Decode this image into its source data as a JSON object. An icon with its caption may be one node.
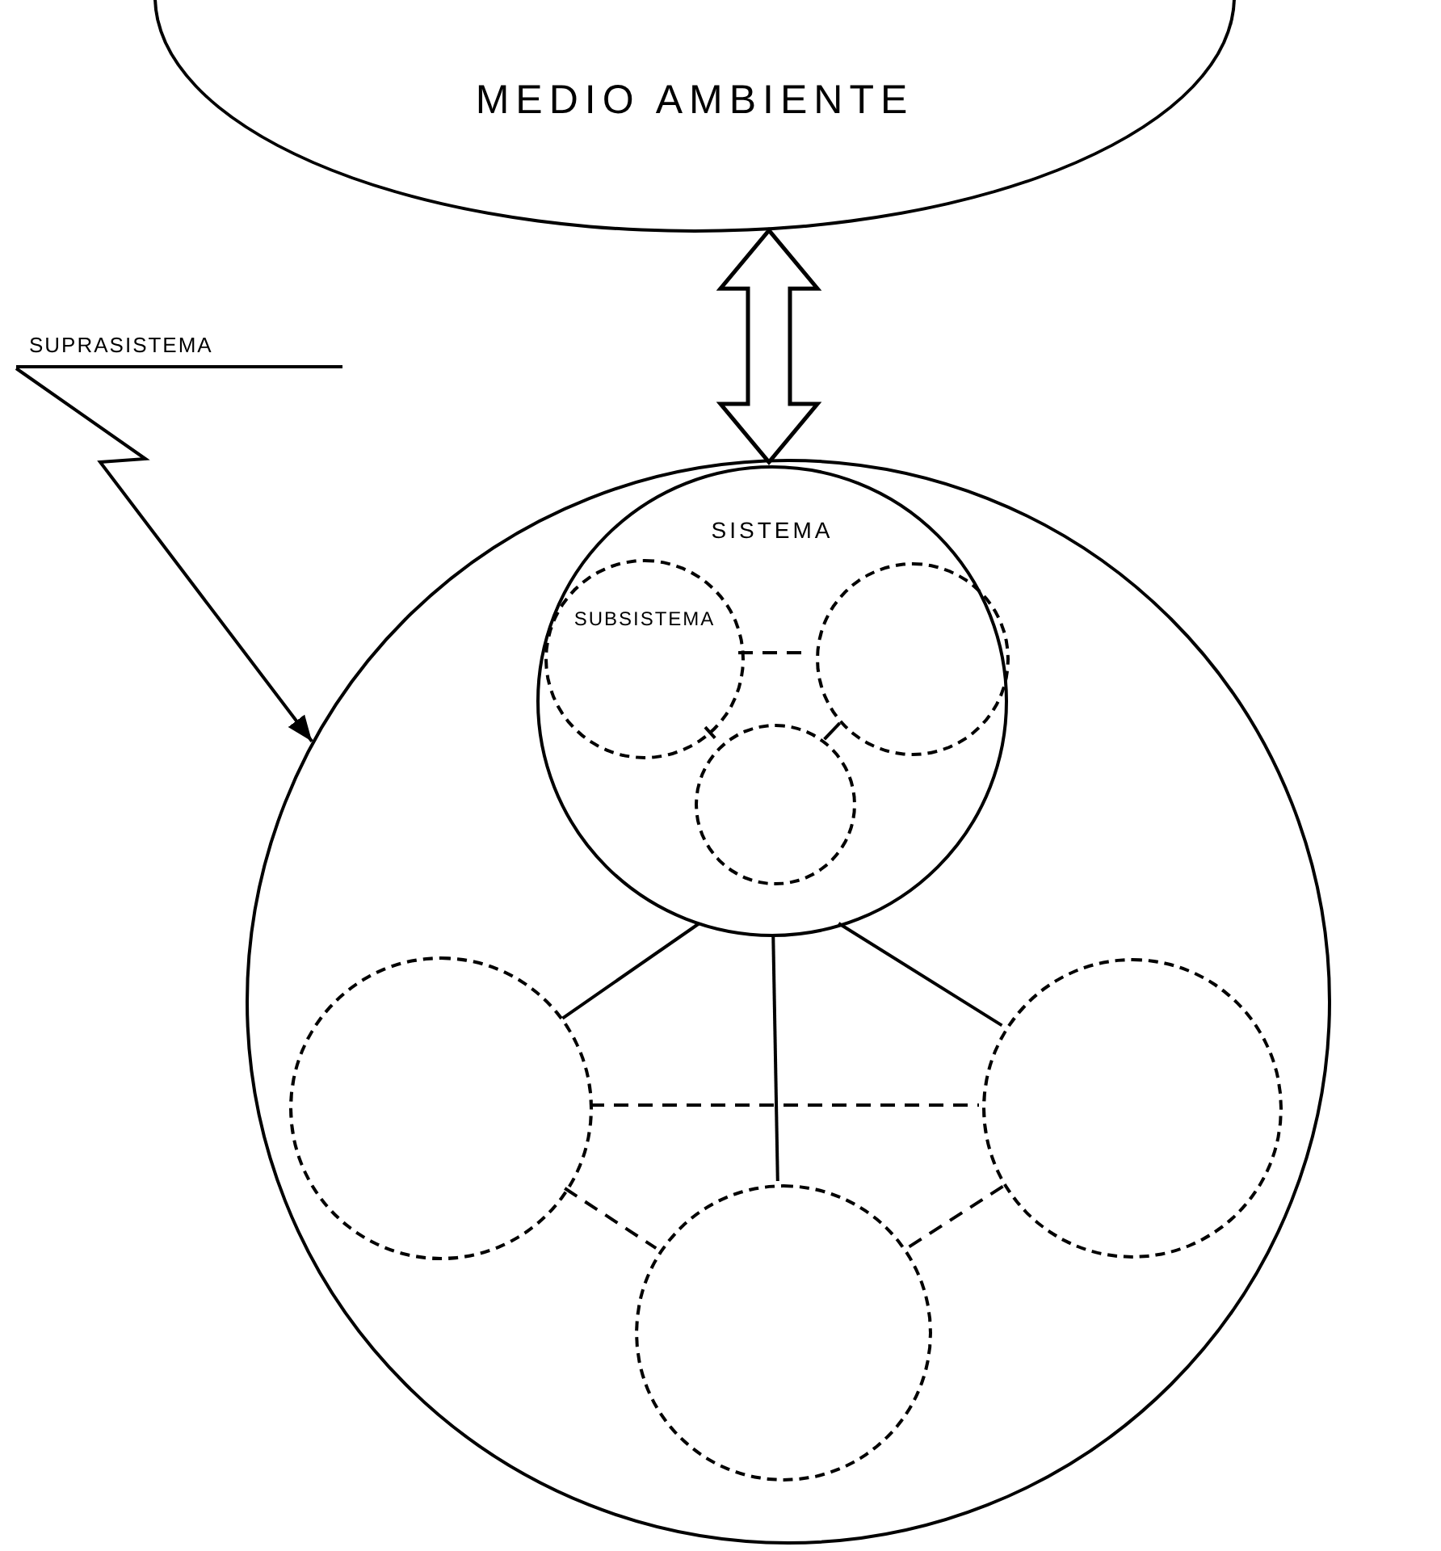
{
  "diagram": {
    "nodes": [
      {
        "text": [
          "MEDIO AMBIENTE"
        ]
      },
      {
        "text": [
          "SUPRASISTEMA"
        ]
      },
      {
        "text": [],
        "shape": "circle"
      },
      {
        "text": [
          "SISTEMA"
        ],
        "in": 2
      },
      {
        "text": [
          "SUBSISTEMA"
        ],
        "in": 3
      },
      {
        "text": [],
        "shape": "circle",
        "in": 3
      },
      {
        "text": [],
        "shape": "circle",
        "in": 3
      },
      {
        "text": [],
        "shape": "circle",
        "in": 2
      },
      {
        "text": [],
        "shape": "circle",
        "in": 2
      },
      {
        "text": [],
        "shape": "circle",
        "in": 2
      }
    ],
    "edges": [
      {
        "from": 0,
        "to": 3,
        "arrow": "both",
        "style": "thick"
      },
      {
        "from": 1,
        "to": 2,
        "arrow": "to"
      },
      {
        "from": 4,
        "to": 5,
        "arrow": "none",
        "style": "dashed"
      },
      {
        "from": 4,
        "to": 6,
        "arrow": "none"
      },
      {
        "from": 5,
        "to": 6,
        "arrow": "none"
      },
      {
        "from": 3,
        "to": 7,
        "arrow": "none"
      },
      {
        "from": 3,
        "to": 8,
        "arrow": "none"
      },
      {
        "from": 3,
        "to": 9,
        "arrow": "none"
      },
      {
        "from": 7,
        "to": 8,
        "arrow": "none",
        "style": "dashed"
      },
      {
        "from": 7,
        "to": 9,
        "arrow": "none",
        "style": "dashed"
      },
      {
        "from": 8,
        "to": 9,
        "arrow": "none",
        "style": "dashed"
      }
    ]
  }
}
